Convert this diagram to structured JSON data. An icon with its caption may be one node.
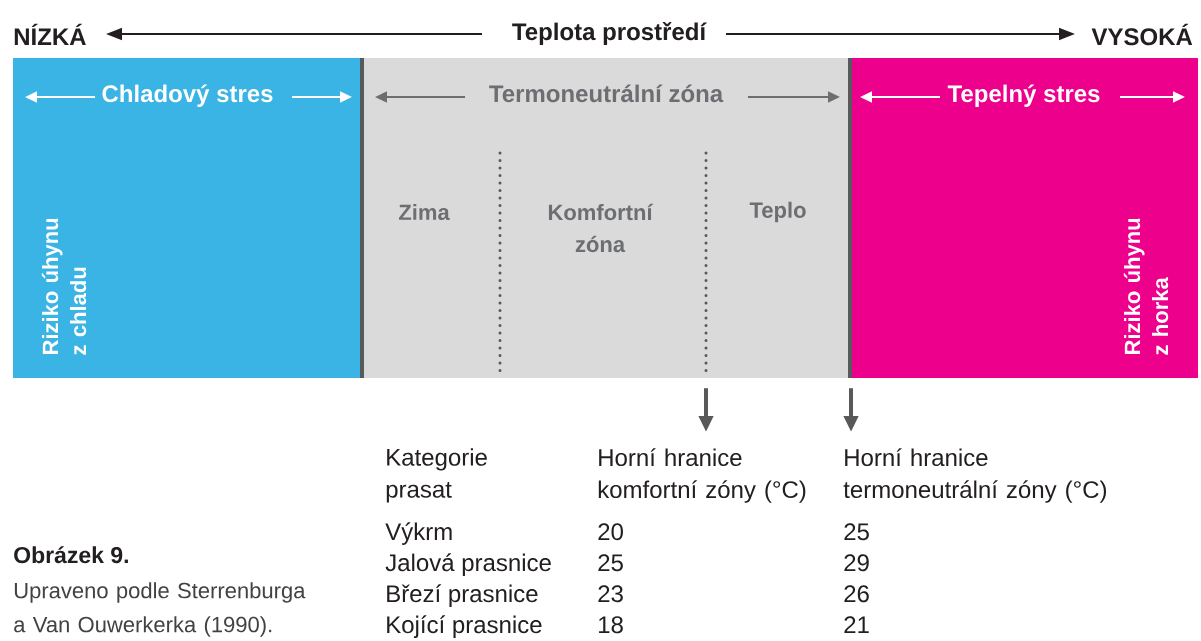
{
  "diagram": {
    "nodes": [
      {
        "text": [
          "Chladový stres",
          "Riziko úhynu z chladu"
        ]
      },
      {
        "text": [
          "Termoneutrální zóna"
        ]
      },
      {
        "text": [
          "Zima"
        ],
        "in": 1
      },
      {
        "text": [
          "Komfortní zóna"
        ],
        "in": 1
      },
      {
        "text": [
          "Teplo"
        ],
        "in": 1
      },
      {
        "text": [
          "Tepelný stres",
          "Riziko úhynu z horka"
        ]
      },
      {
        "text": [
          "Horní hranice komfortní zóny (°C)"
        ]
      },
      {
        "text": [
          "Horní hranice termoneutrální zóny (°C)"
        ]
      }
    ],
    "edges": [
      {
        "from": 1,
        "to": 6,
        "arrow": "to"
      },
      {
        "from": 5,
        "to": 7,
        "arrow": "to"
      }
    ],
    "labels": [
      "NÍZKÁ",
      "Teplota prostředí",
      "VYSOKÁ",
      "Kategorie prasat",
      "Výkrm",
      "20",
      "25",
      "Jalová prasnice",
      "25",
      "29",
      "Březí prasnice",
      "23",
      "26",
      "Kojící prasnice",
      "18",
      "21",
      "Obrázek 9.",
      "Upraveno podle Sterrenburga a Van Ouwerkerka (1990)."
    ]
  }
}
